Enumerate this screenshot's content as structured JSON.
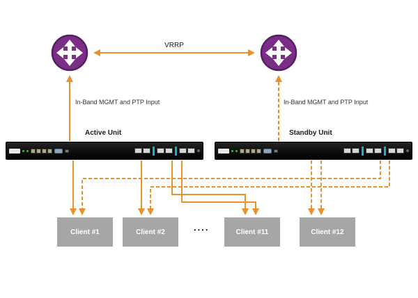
{
  "diagram": {
    "vrrp_label": "VRRP",
    "inband_label_left": "In-Band MGMT and PTP Input",
    "inband_label_right": "In-Band MGMT and PTP Input",
    "active_unit_label": "Active Unit",
    "standby_unit_label": "Standby Unit",
    "ellipsis": "....",
    "clients": [
      {
        "label": "Client #1"
      },
      {
        "label": "Client #2"
      },
      {
        "label": "Client #11"
      },
      {
        "label": "Client #12"
      }
    ],
    "colors": {
      "arrow": "#E8912C",
      "router": "#7B2E85",
      "client_box": "#A6A6A6",
      "device_body": "#0E0E0E",
      "accent_cyan": "#14B4C8"
    }
  }
}
